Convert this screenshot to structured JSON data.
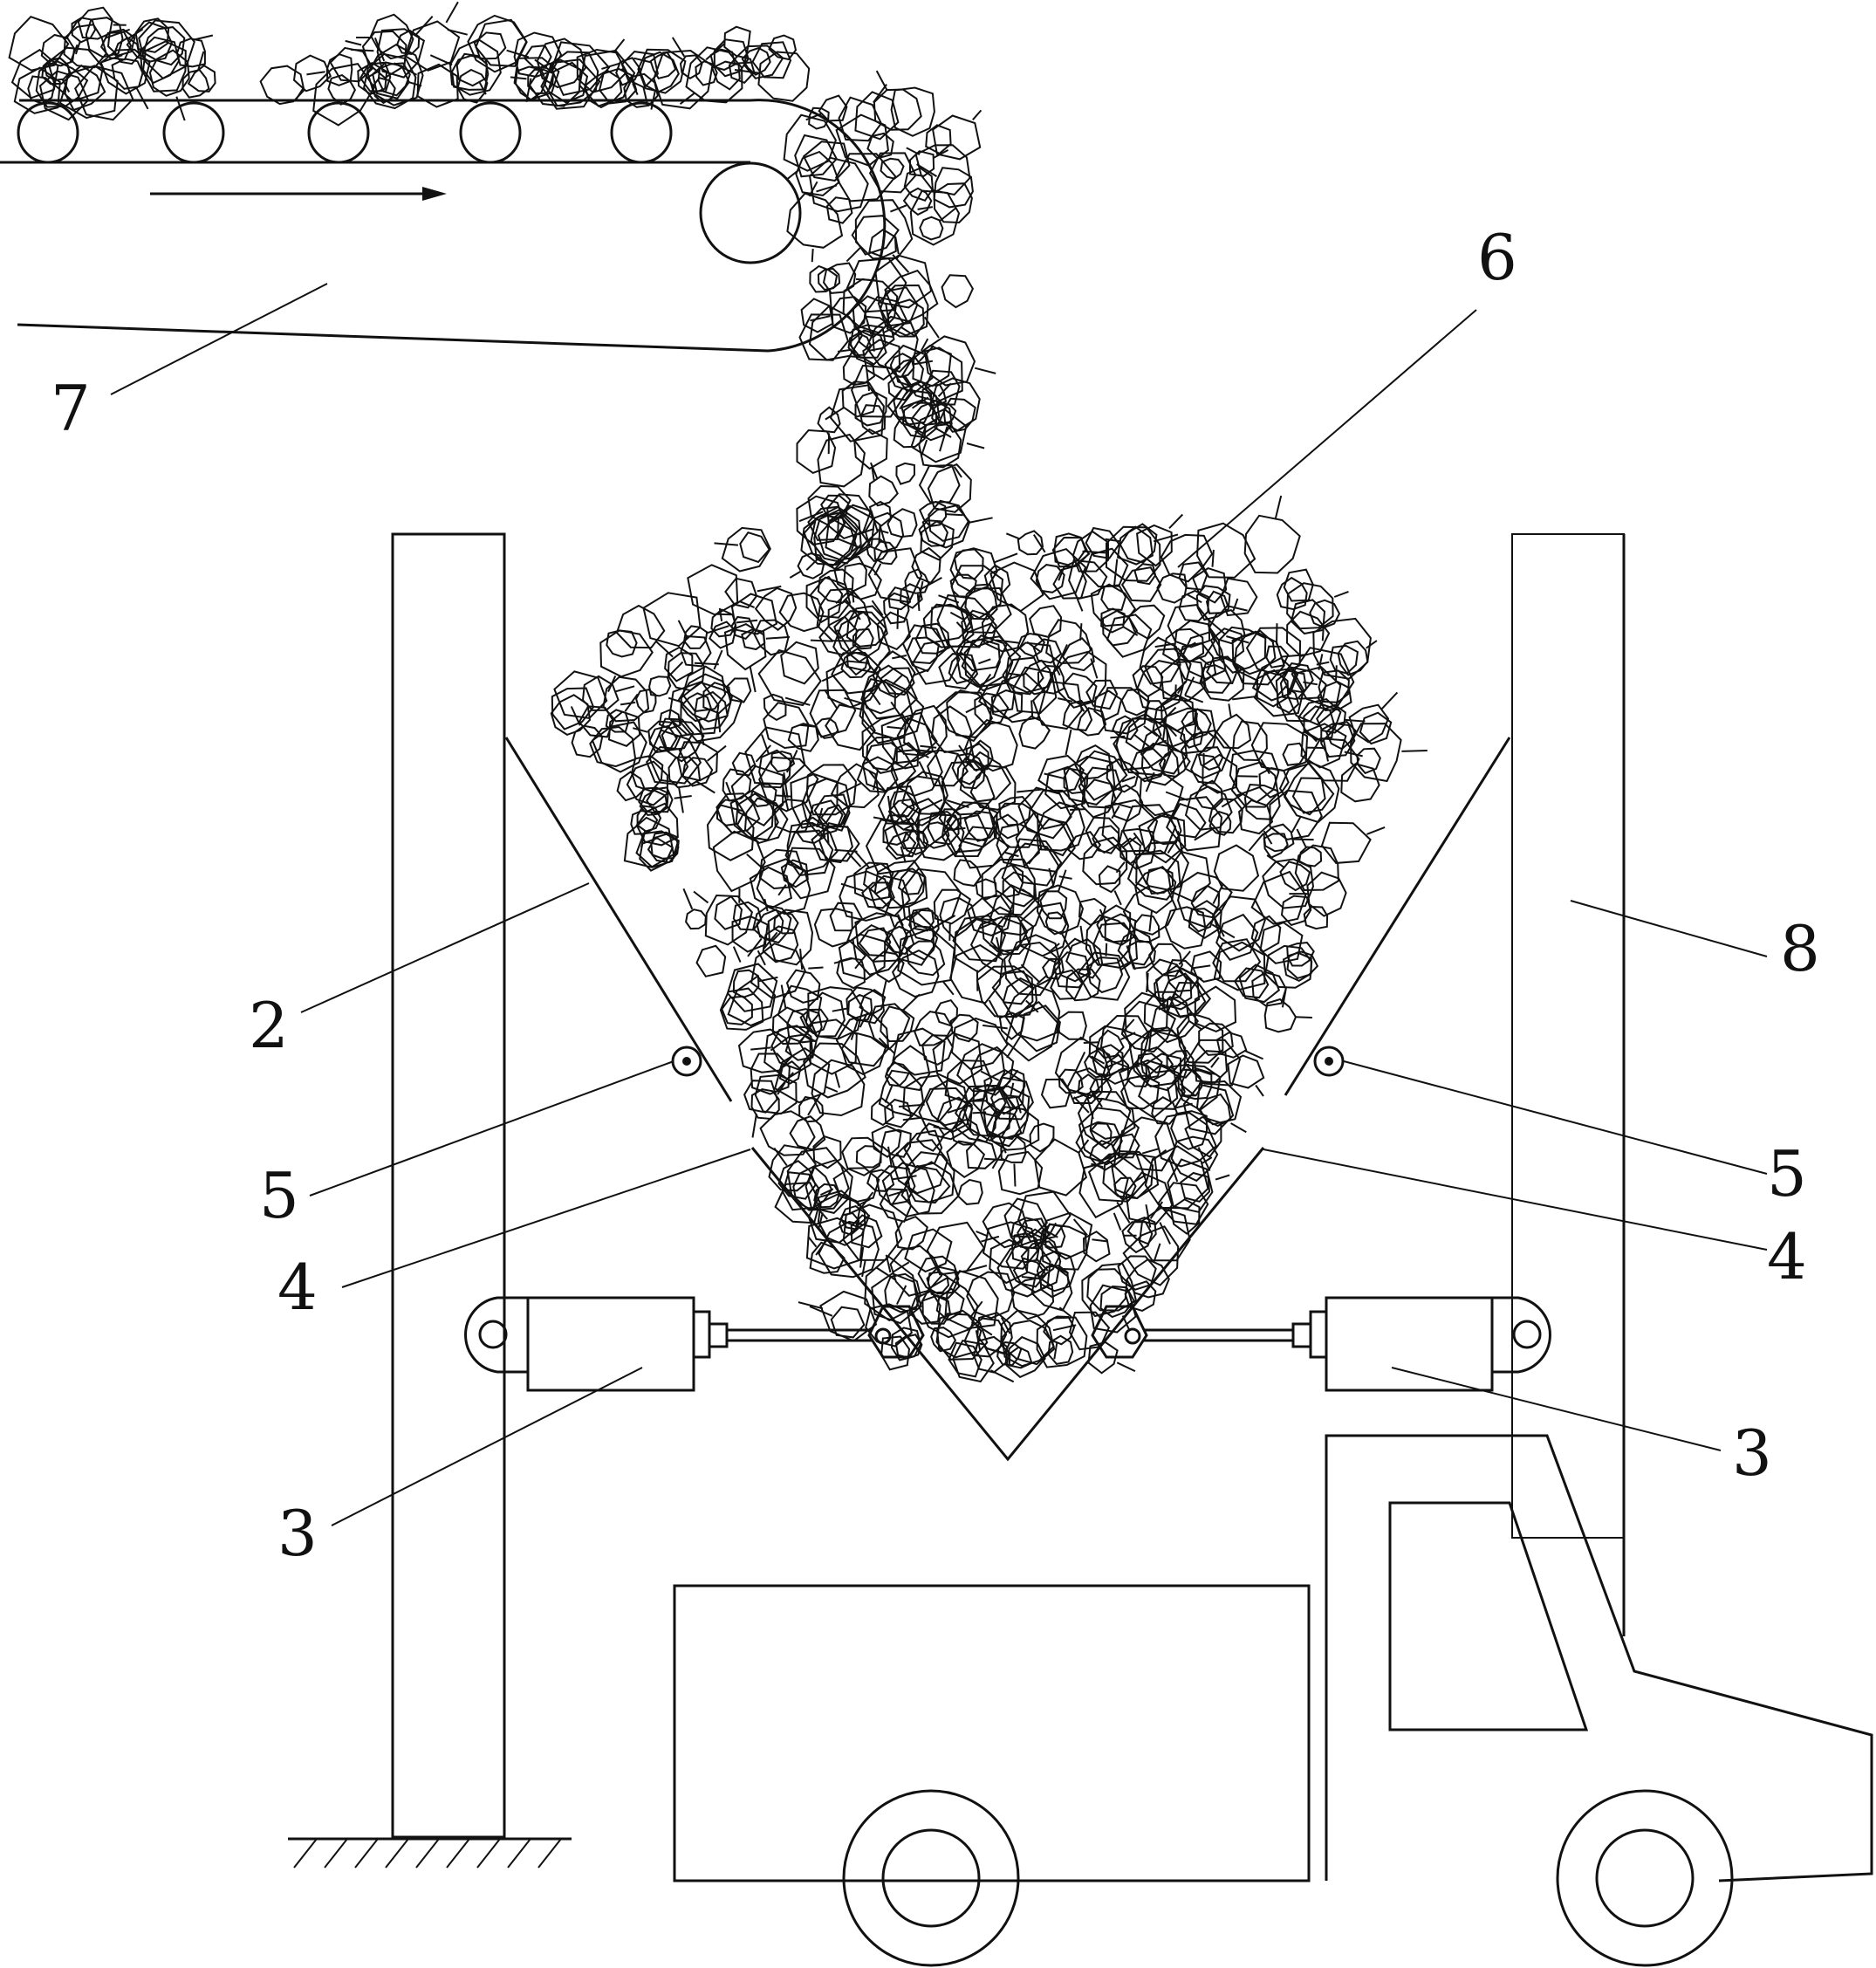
{
  "labels": {
    "n2": "2",
    "n3_left": "3",
    "n3_right": "3",
    "n4_left": "4",
    "n4_right": "4",
    "n5_left": "5",
    "n5_right": "5",
    "n6": "6",
    "n7": "7",
    "n8": "8"
  },
  "colors": {
    "ink": "#111111",
    "paper": "#ffffff"
  }
}
